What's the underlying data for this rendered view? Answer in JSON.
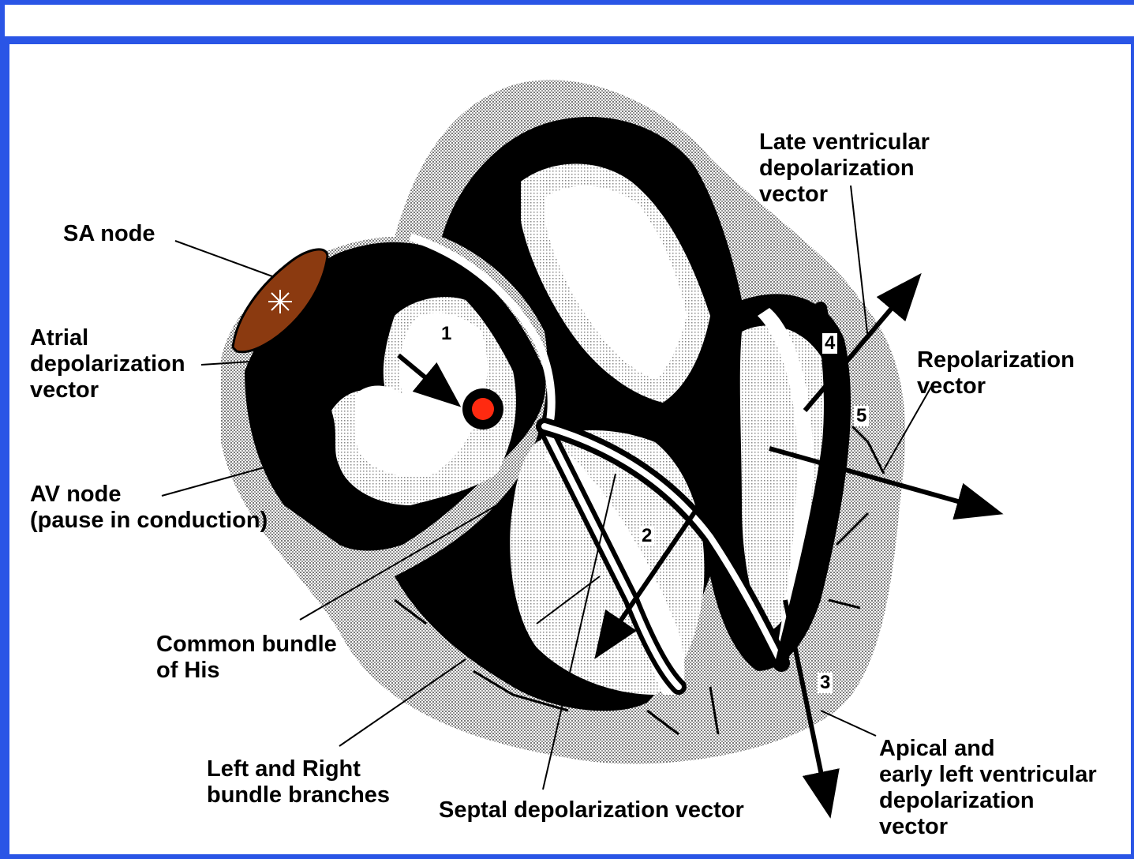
{
  "diagram": {
    "labels": {
      "sa_node": "SA node",
      "atrial_vector": "Atrial\ndepolarization\nvector",
      "av_node": "AV node\n(pause in conduction)",
      "common_bundle": "Common bundle\nof His",
      "bundle_branches": "Left and Right\nbundle branches",
      "septal_vector": "Septal depolarization vector",
      "apical_vector": "Apical and\nearly left ventricular\ndepolarization\nvector",
      "late_vector": "Late ventricular\ndepolarization\nvector",
      "repolarization_vector": "Repolarization\nvector"
    },
    "vector_numbers": [
      "1",
      "2",
      "3",
      "4",
      "5"
    ],
    "colors": {
      "frame": "#2a55e6",
      "sa_node": "#8b3a10",
      "av_node": "#ff2a10",
      "stipple": "#b8b8b8"
    }
  }
}
